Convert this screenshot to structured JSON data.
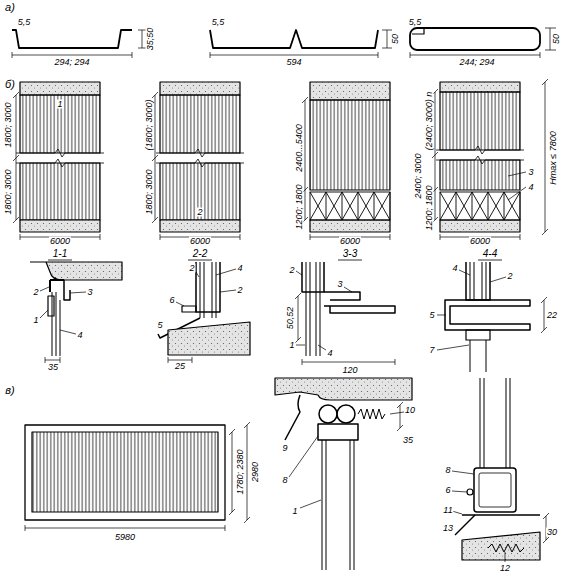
{
  "diagram": {
    "labels": [
      "а)",
      "5,5",
      "294; 294",
      "35;50",
      "5,5",
      "594",
      "50",
      "5,5",
      "244; 294",
      "50",
      "б)",
      "1",
      "1800; 3000",
      "1800; 3000",
      "6000",
      "(1800; 3000)",
      "1800; 3000",
      "2",
      "6000",
      "2400...5400",
      "1200; 1800",
      "6000",
      "(2400; 3000) n",
      "2400; 3000",
      "1200; 1800",
      "Hmax ≤ 7800",
      "3",
      "4",
      "6000",
      "1-1",
      "2-2",
      "3-3",
      "4-4",
      "2",
      "3",
      "1",
      "4",
      "35",
      "2",
      "4",
      "2",
      "6",
      "5",
      "25",
      "2",
      "3",
      "50,52",
      "1",
      "4",
      "120",
      "4",
      "2",
      "5",
      "7",
      "22",
      "в)",
      "5980",
      "1780; 2380",
      "2980",
      "10",
      "9",
      "8",
      "1",
      "35",
      "8",
      "6",
      "11",
      "13",
      "12",
      "30"
    ]
  }
}
